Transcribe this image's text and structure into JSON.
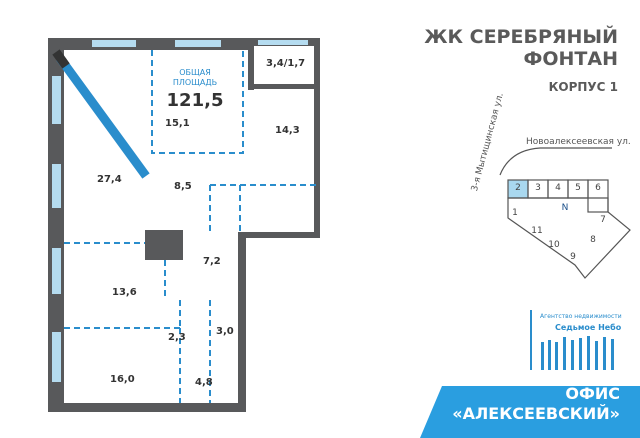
{
  "header": {
    "title_line1": "ЖК СЕРЕБРЯНЫЙ",
    "title_line2": "ФОНТАН",
    "korpus": "КОРПУС 1"
  },
  "plan": {
    "total_label_1": "ОБЩАЯ",
    "total_label_2": "ПЛОЩАДЬ",
    "total_area": "121,5",
    "rooms": [
      "3,4/1,7",
      "15,1",
      "14,3",
      "27,4",
      "8,5",
      "7,2",
      "13,6",
      "3,0",
      "2,3",
      "16,0",
      "4,8"
    ]
  },
  "site_map": {
    "street_1": "Новоалексеевская ул.",
    "street_2": "3-я Мытищинская ул.",
    "north": "N",
    "selected_block": "2",
    "blocks": [
      "1",
      "2",
      "3",
      "4",
      "5",
      "6",
      "7",
      "8",
      "9",
      "10",
      "11"
    ]
  },
  "agency": {
    "line1": "Агентство недвижимости",
    "line2": "Седьмое Небо"
  },
  "office": {
    "line1": "ОФИС",
    "line2": "«АЛЕКСЕЕВСКИЙ»"
  },
  "colors": {
    "accent": "#2a8dcc",
    "window": "#b5dcf0",
    "wall": "#58595b"
  }
}
